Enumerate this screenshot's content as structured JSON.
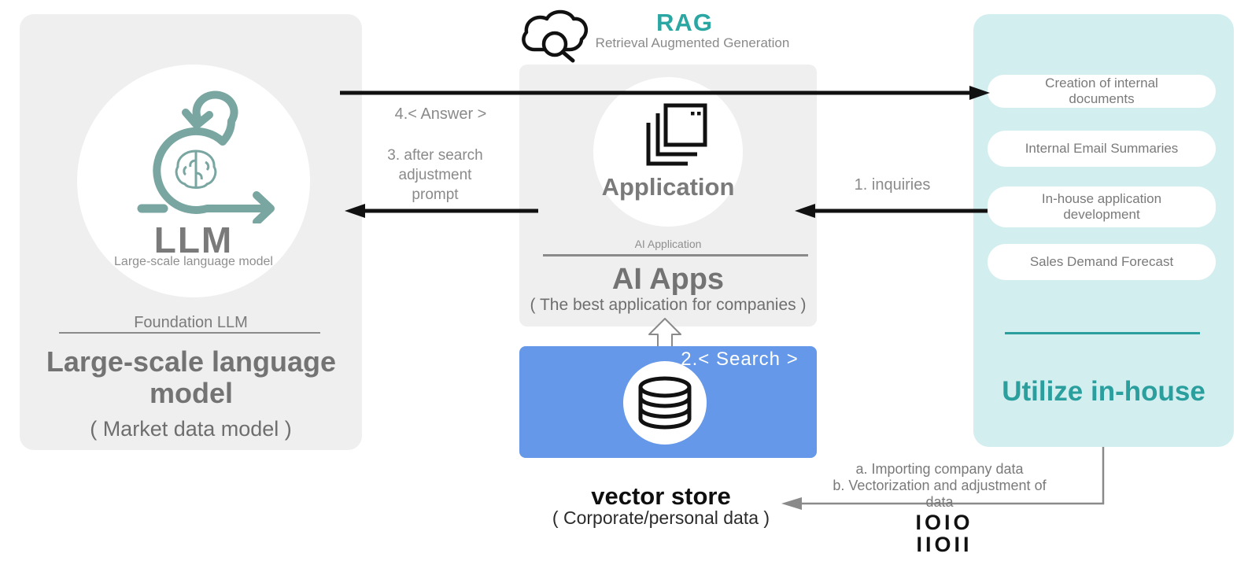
{
  "colors": {
    "accent_teal": "#2ba7a3",
    "panel_gray": "#efefef",
    "panel_teal": "#d2eeef",
    "box_blue": "#6598e8",
    "icon_teal": "#7aa6a2",
    "arrow_black": "#111111",
    "arrow_gray": "#8a8a8a"
  },
  "header": {
    "title": "RAG",
    "subtitle": "Retrieval Augmented Generation"
  },
  "llm_panel": {
    "icon_title": "LLM",
    "icon_subtitle": "Large-scale language model",
    "section_label": "Foundation LLM",
    "heading": "Large-scale language model",
    "subheading": "( Market data model )"
  },
  "app_panel": {
    "icon_title": "Application",
    "section_label": "AI Application",
    "heading": "AI Apps",
    "subheading": "( The best application for companies )"
  },
  "vector_store": {
    "search_label": "2.< Search >",
    "heading": "vector store",
    "subheading": "( Corporate/personal data )"
  },
  "inhouse_panel": {
    "pills": [
      "Creation of internal documents",
      "Internal Email Summaries",
      "In-house application development",
      "Sales Demand Forecast"
    ],
    "heading": "Utilize in-house"
  },
  "flows": {
    "answer_label": "4.< Answer >",
    "prompt_lines": [
      "3. after search",
      "adjustment",
      "prompt"
    ],
    "inquiries_label": "1. inquiries",
    "ingest_lines": [
      "a. Importing company data",
      "b. Vectorization and adjustment of data"
    ],
    "binary_lines": [
      "IOIO",
      "IIOII"
    ]
  }
}
